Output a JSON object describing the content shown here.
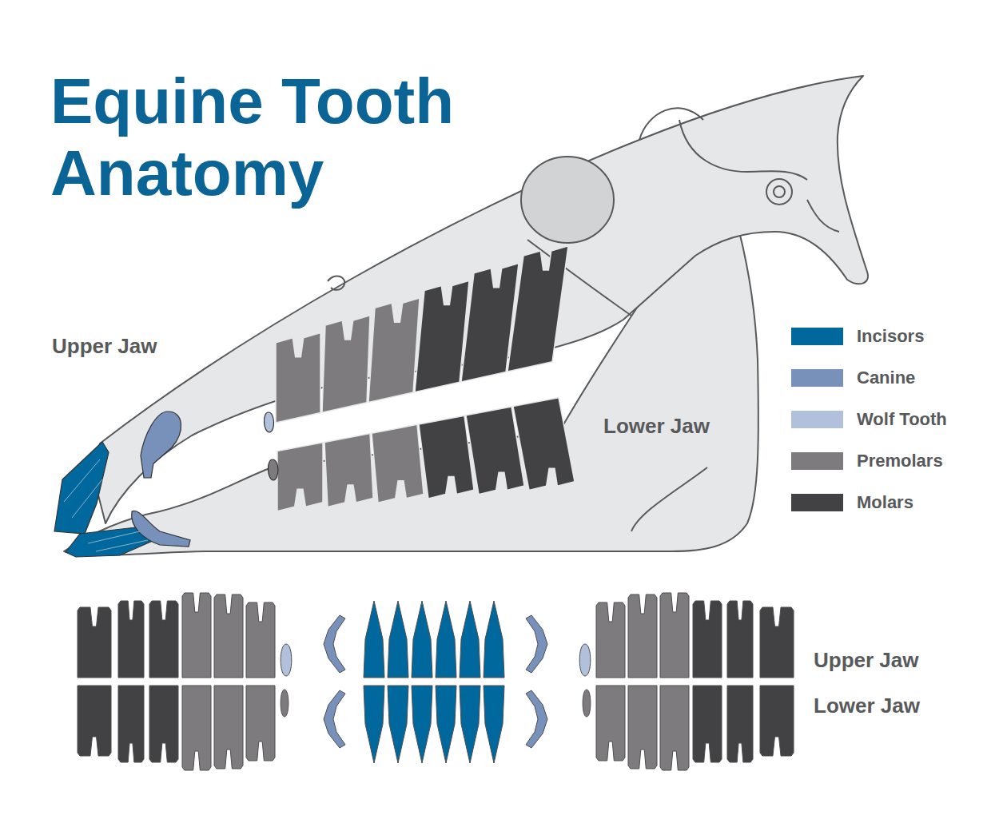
{
  "diagram": {
    "title": "Equine Tooth Anatomy",
    "labels": [
      "Upper Jaw",
      "Lower Jaw",
      "Upper Jaw",
      "Lower Jaw"
    ],
    "legend": [
      {
        "text": "Incisors",
        "color": "#00689c"
      },
      {
        "text": "Canine",
        "color": "#7891bb"
      },
      {
        "text": "Wolf Tooth",
        "color": "#b1c1dc"
      },
      {
        "text": "Premolars",
        "color": "#7d7b7d"
      },
      {
        "text": "Molars",
        "color": "#424244"
      }
    ]
  }
}
